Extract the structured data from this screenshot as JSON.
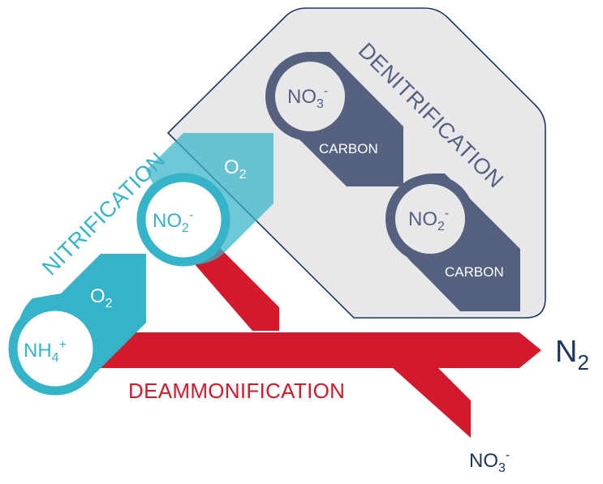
{
  "colors": {
    "teal": "#35b3c9",
    "teal_light": "#7bbfcd",
    "red": "#d31a2c",
    "navy": "#56617f",
    "navy_text": "#1c3660",
    "panel_fill": "#e8e8ea",
    "panel_stroke": "#1f3763",
    "white": "#ffffff"
  },
  "nitrification": {
    "label": "NITRIFICATION",
    "nodes": [
      {
        "label": "NH",
        "sub": "4",
        "sup": "+",
        "input": "O",
        "input_sub": "2"
      },
      {
        "label": "NO",
        "sub": "2",
        "sup": "-",
        "input": "O",
        "input_sub": "2"
      }
    ]
  },
  "denitrification": {
    "label": "DENITRIFICATION",
    "nodes": [
      {
        "label": "NO",
        "sub": "3",
        "sup": "-",
        "input": "CARBON"
      },
      {
        "label": "NO",
        "sub": "2",
        "sup": "-",
        "input": "CARBON"
      }
    ]
  },
  "deammonification": {
    "label": "DEAMMONIFICATION"
  },
  "products": {
    "n2": {
      "label": "N",
      "sub": "2"
    },
    "no3": {
      "label": "NO",
      "sub": "3",
      "sup": "-"
    }
  }
}
